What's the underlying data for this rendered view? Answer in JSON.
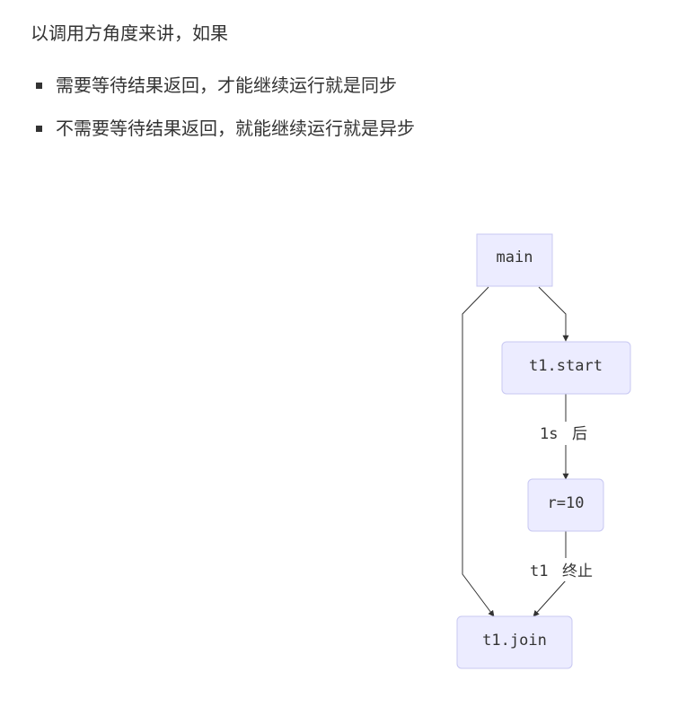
{
  "intro": "以调用方角度来讲，如果",
  "bullets": [
    "需要等待结果返回，才能继续运行就是同步",
    "不需要等待结果返回，就能继续运行就是异步"
  ],
  "diagram": {
    "nodes": {
      "main": "main",
      "start": "t1.start",
      "r": "r=10",
      "join": "t1.join"
    },
    "edges": {
      "start_to_r": {
        "latin": "1s",
        "cjk": "后"
      },
      "r_to_join": {
        "latin": "t1",
        "cjk": "终止"
      }
    },
    "colors": {
      "node_fill": "#ececff",
      "node_stroke": "#c8c8f2",
      "edge": "#333333"
    }
  }
}
